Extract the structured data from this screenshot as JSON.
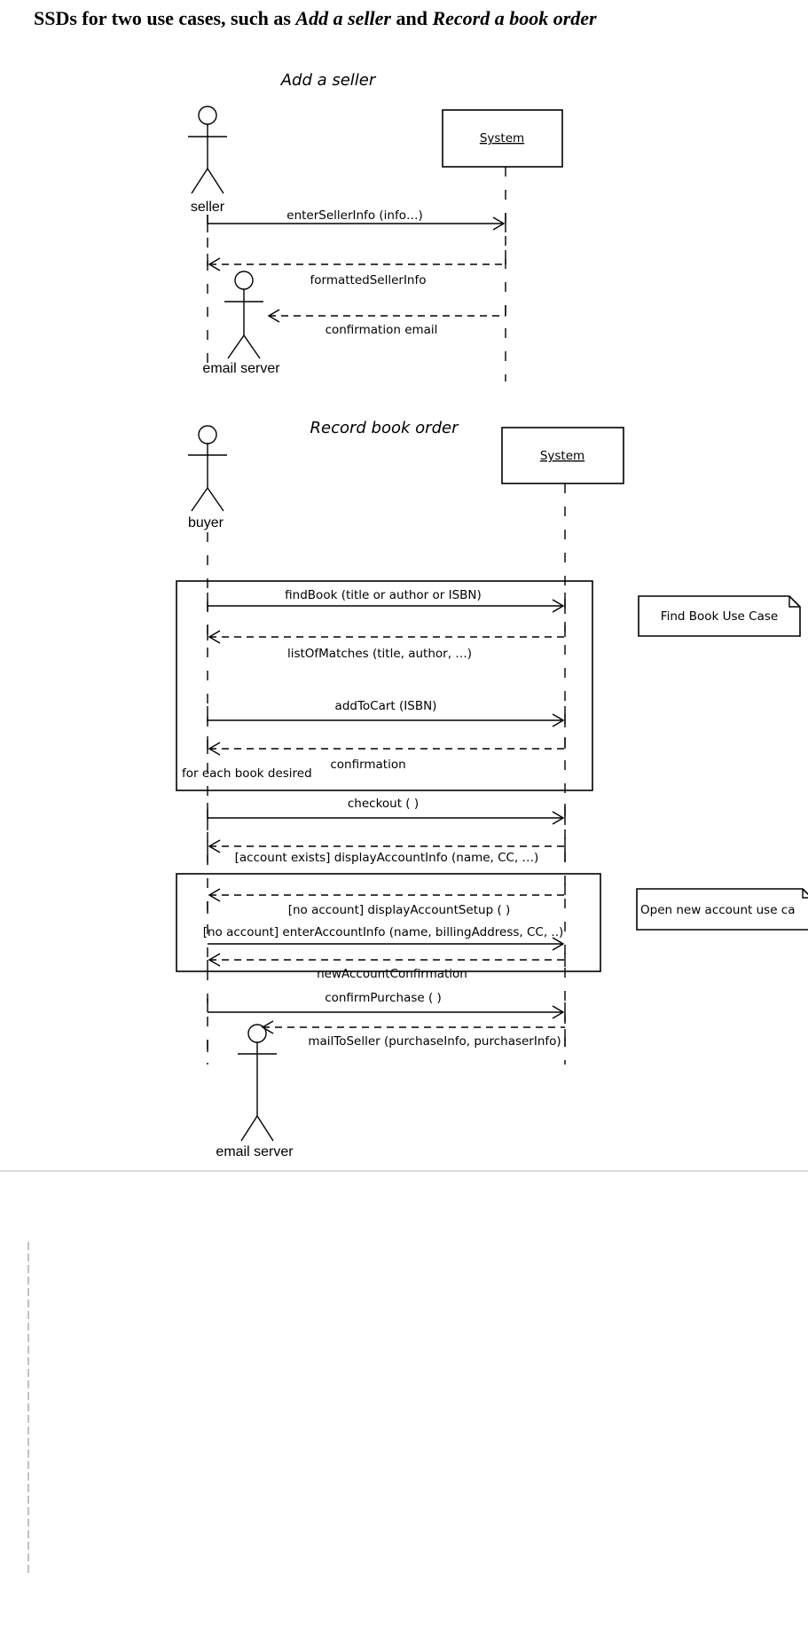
{
  "page": {
    "heading_prefix": "SSDs for two use cases, such as ",
    "heading_case1": "Add a seller",
    "heading_and": " and ",
    "heading_case2": "Record a book order"
  },
  "diagram1": {
    "title": "Add a seller",
    "system_label": "System",
    "actor_seller": "seller",
    "actor_email": "email server",
    "messages": [
      {
        "label": "enterSellerInfo (info…)",
        "kind": "sync"
      },
      {
        "label": "formattedSellerInfo",
        "kind": "return"
      },
      {
        "label": "confirmation email",
        "kind": "return"
      }
    ]
  },
  "diagram2": {
    "title": "Record book order",
    "system_label": "System",
    "actor_buyer": "buyer",
    "actor_email": "email server",
    "loop_label": "for each book desired",
    "note_find": "Find Book Use Case",
    "note_account": "Open new account use ca",
    "messages": [
      {
        "label": "findBook (title or author or ISBN)",
        "kind": "sync"
      },
      {
        "label": "listOfMatches (title, author, …)",
        "kind": "return"
      },
      {
        "label": "addToCart (ISBN)",
        "kind": "sync"
      },
      {
        "label": "confirmation",
        "kind": "return"
      },
      {
        "label": "checkout ( )",
        "kind": "sync"
      },
      {
        "label": "[account exists] displayAccountInfo (name, CC, …)",
        "kind": "return"
      },
      {
        "label": "[no account] displayAccountSetup ( )",
        "kind": "return"
      },
      {
        "label": "[no account] enterAccountInfo (name, billingAddress, CC, ..)",
        "kind": "sync"
      },
      {
        "label": "newAccountConfirmation",
        "kind": "return"
      },
      {
        "label": "confirmPurchase ( )",
        "kind": "sync"
      },
      {
        "label": "mailToSeller (purchaseInfo, purchaserInfo)",
        "kind": "return"
      }
    ]
  }
}
